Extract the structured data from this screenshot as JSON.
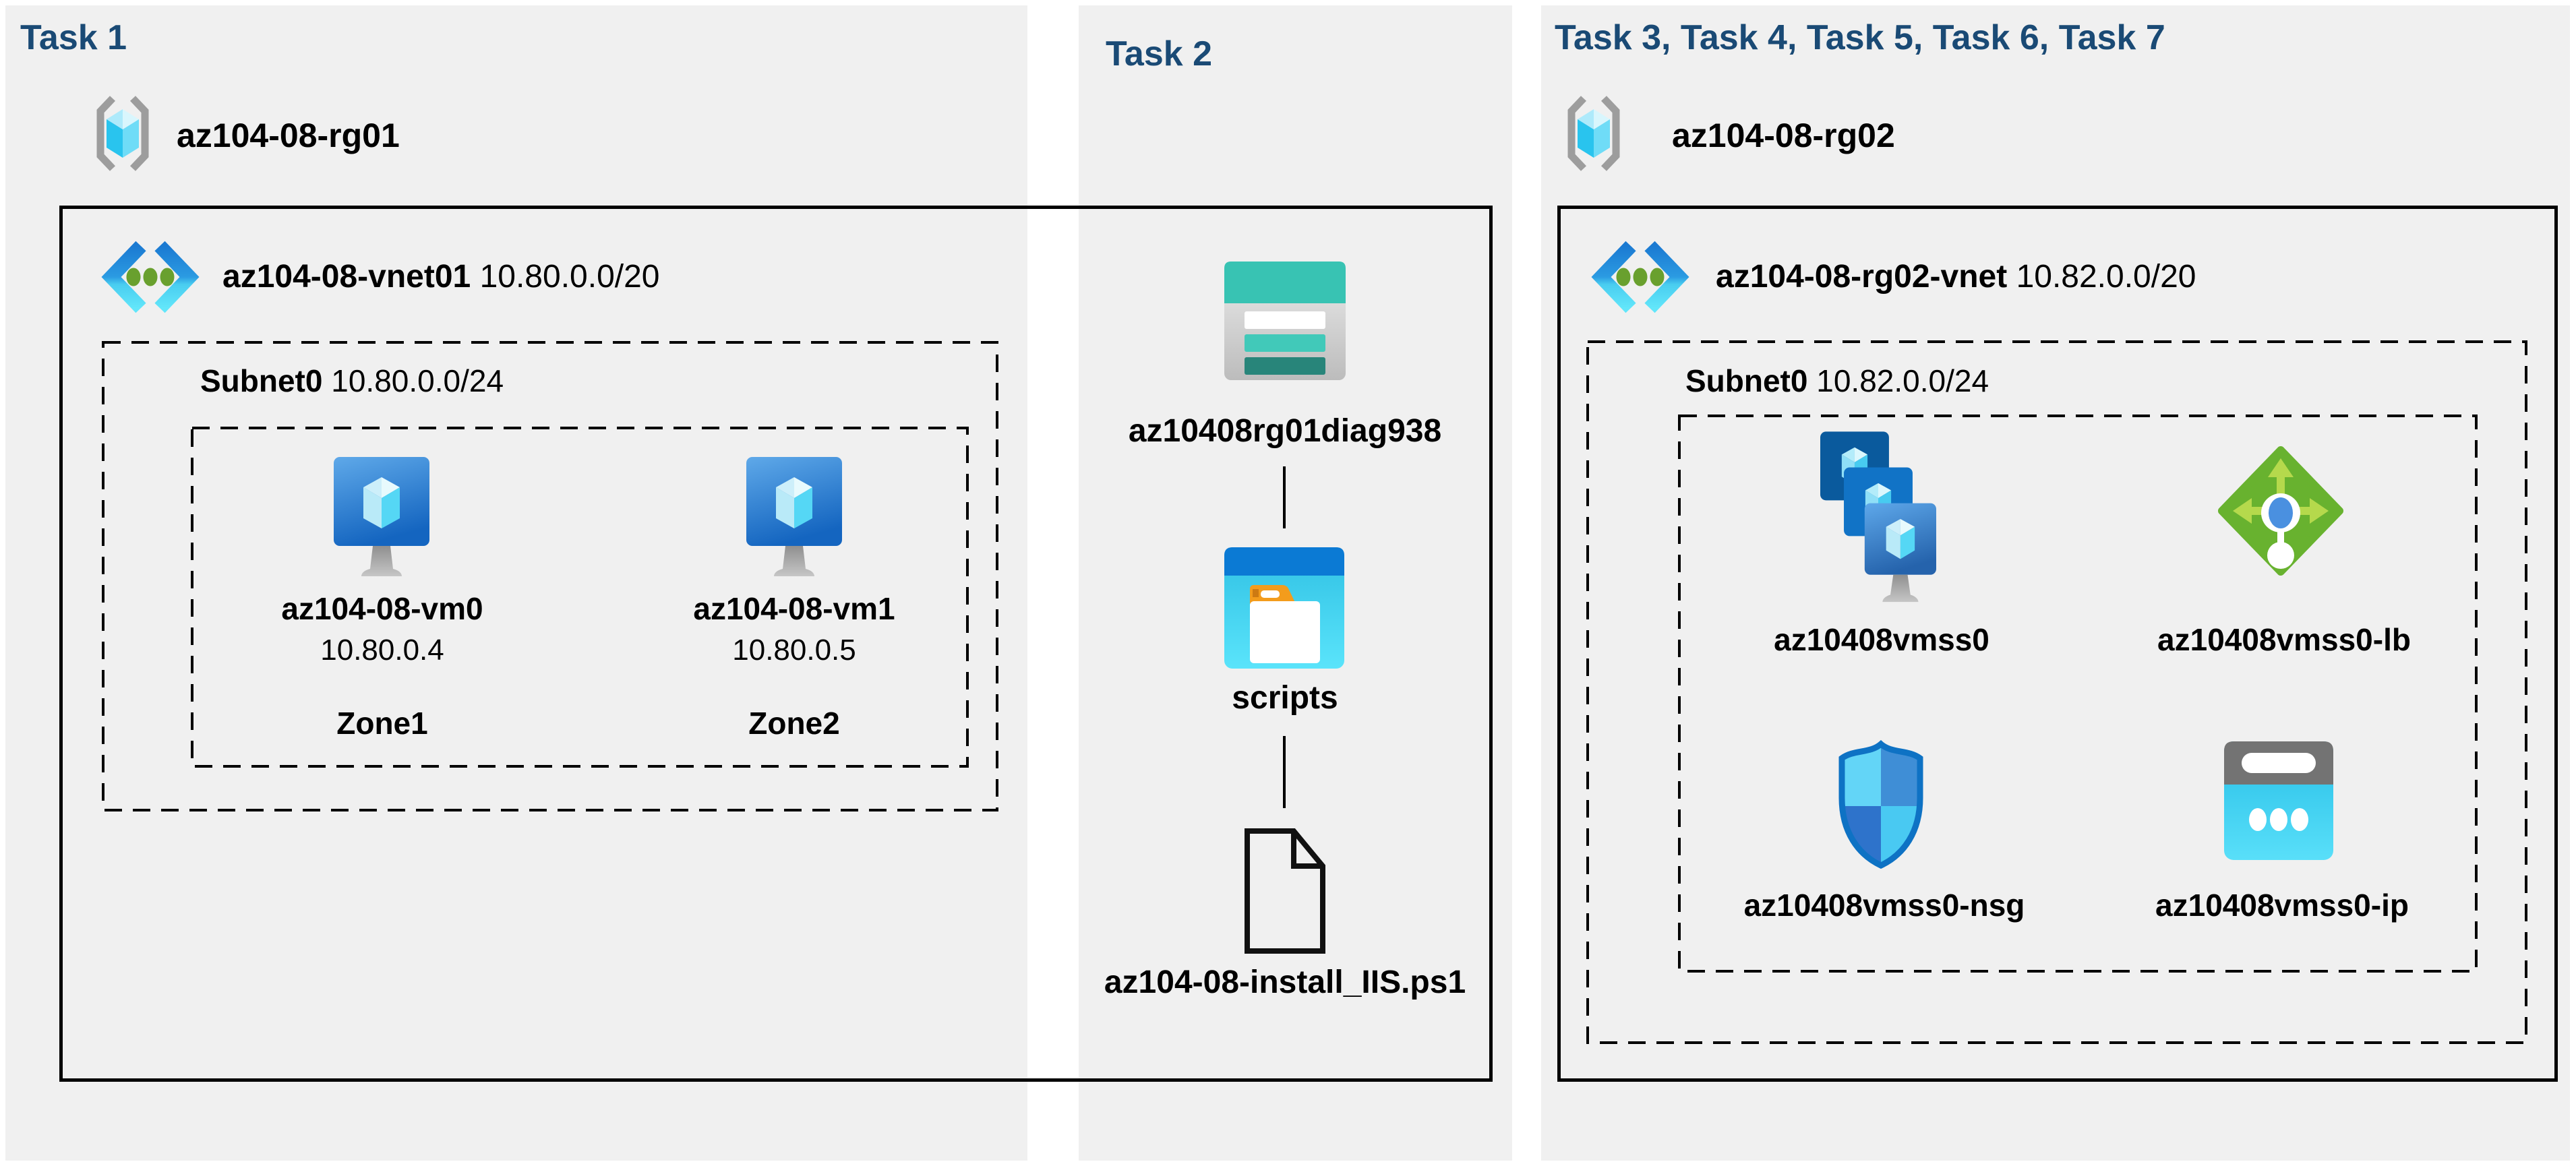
{
  "colors": {
    "page_bg": "#ffffff",
    "panel_bg": "#f0f0f0",
    "title_navy": "#1a4a75",
    "text": "#000000",
    "storage_teal": "#38c3b3",
    "container_blue": "#0b7ad4",
    "lb_green": "#68b22f",
    "ip_cyan": "#33c7ee"
  },
  "panels": [
    {
      "title": "Task 1",
      "resource_group": {
        "name": "az104-08-rg01",
        "icon": "resource-group-icon"
      },
      "vnet": {
        "name": "az104-08-vnet01",
        "cidr": "10.80.0.0/20",
        "icon": "virtual-network-icon"
      },
      "subnet": {
        "name": "Subnet0",
        "cidr": "10.80.0.0/24"
      },
      "vms": [
        {
          "name": "az104-08-vm0",
          "ip": "10.80.0.4",
          "zone": "Zone1",
          "icon": "virtual-machine-icon"
        },
        {
          "name": "az104-08-vm1",
          "ip": "10.80.0.5",
          "zone": "Zone2",
          "icon": "virtual-machine-icon"
        }
      ]
    },
    {
      "title": "Task 2",
      "storage_account": {
        "name": "az10408rg01diag938",
        "icon": "storage-account-icon"
      },
      "container": {
        "name": "scripts",
        "icon": "blob-container-icon"
      },
      "file": {
        "name": "az104-08-install_IIS.ps1",
        "icon": "file-icon"
      }
    },
    {
      "title": "Task 3, Task 4, Task 5, Task 6, Task 7",
      "resource_group": {
        "name": "az104-08-rg02",
        "icon": "resource-group-icon"
      },
      "vnet": {
        "name": "az104-08-rg02-vnet",
        "cidr": "10.82.0.0/20",
        "icon": "virtual-network-icon"
      },
      "subnet": {
        "name": "Subnet0",
        "cidr": "10.82.0.0/24"
      },
      "resources": [
        {
          "name": "az10408vmss0",
          "type": "vm-scale-set",
          "icon": "vm-scale-set-icon"
        },
        {
          "name": "az10408vmss0-lb",
          "type": "load-balancer",
          "icon": "load-balancer-icon"
        },
        {
          "name": "az10408vmss0-nsg",
          "type": "network-security-group",
          "icon": "nsg-icon"
        },
        {
          "name": "az10408vmss0-ip",
          "type": "public-ip",
          "icon": "public-ip-icon"
        }
      ]
    }
  ]
}
